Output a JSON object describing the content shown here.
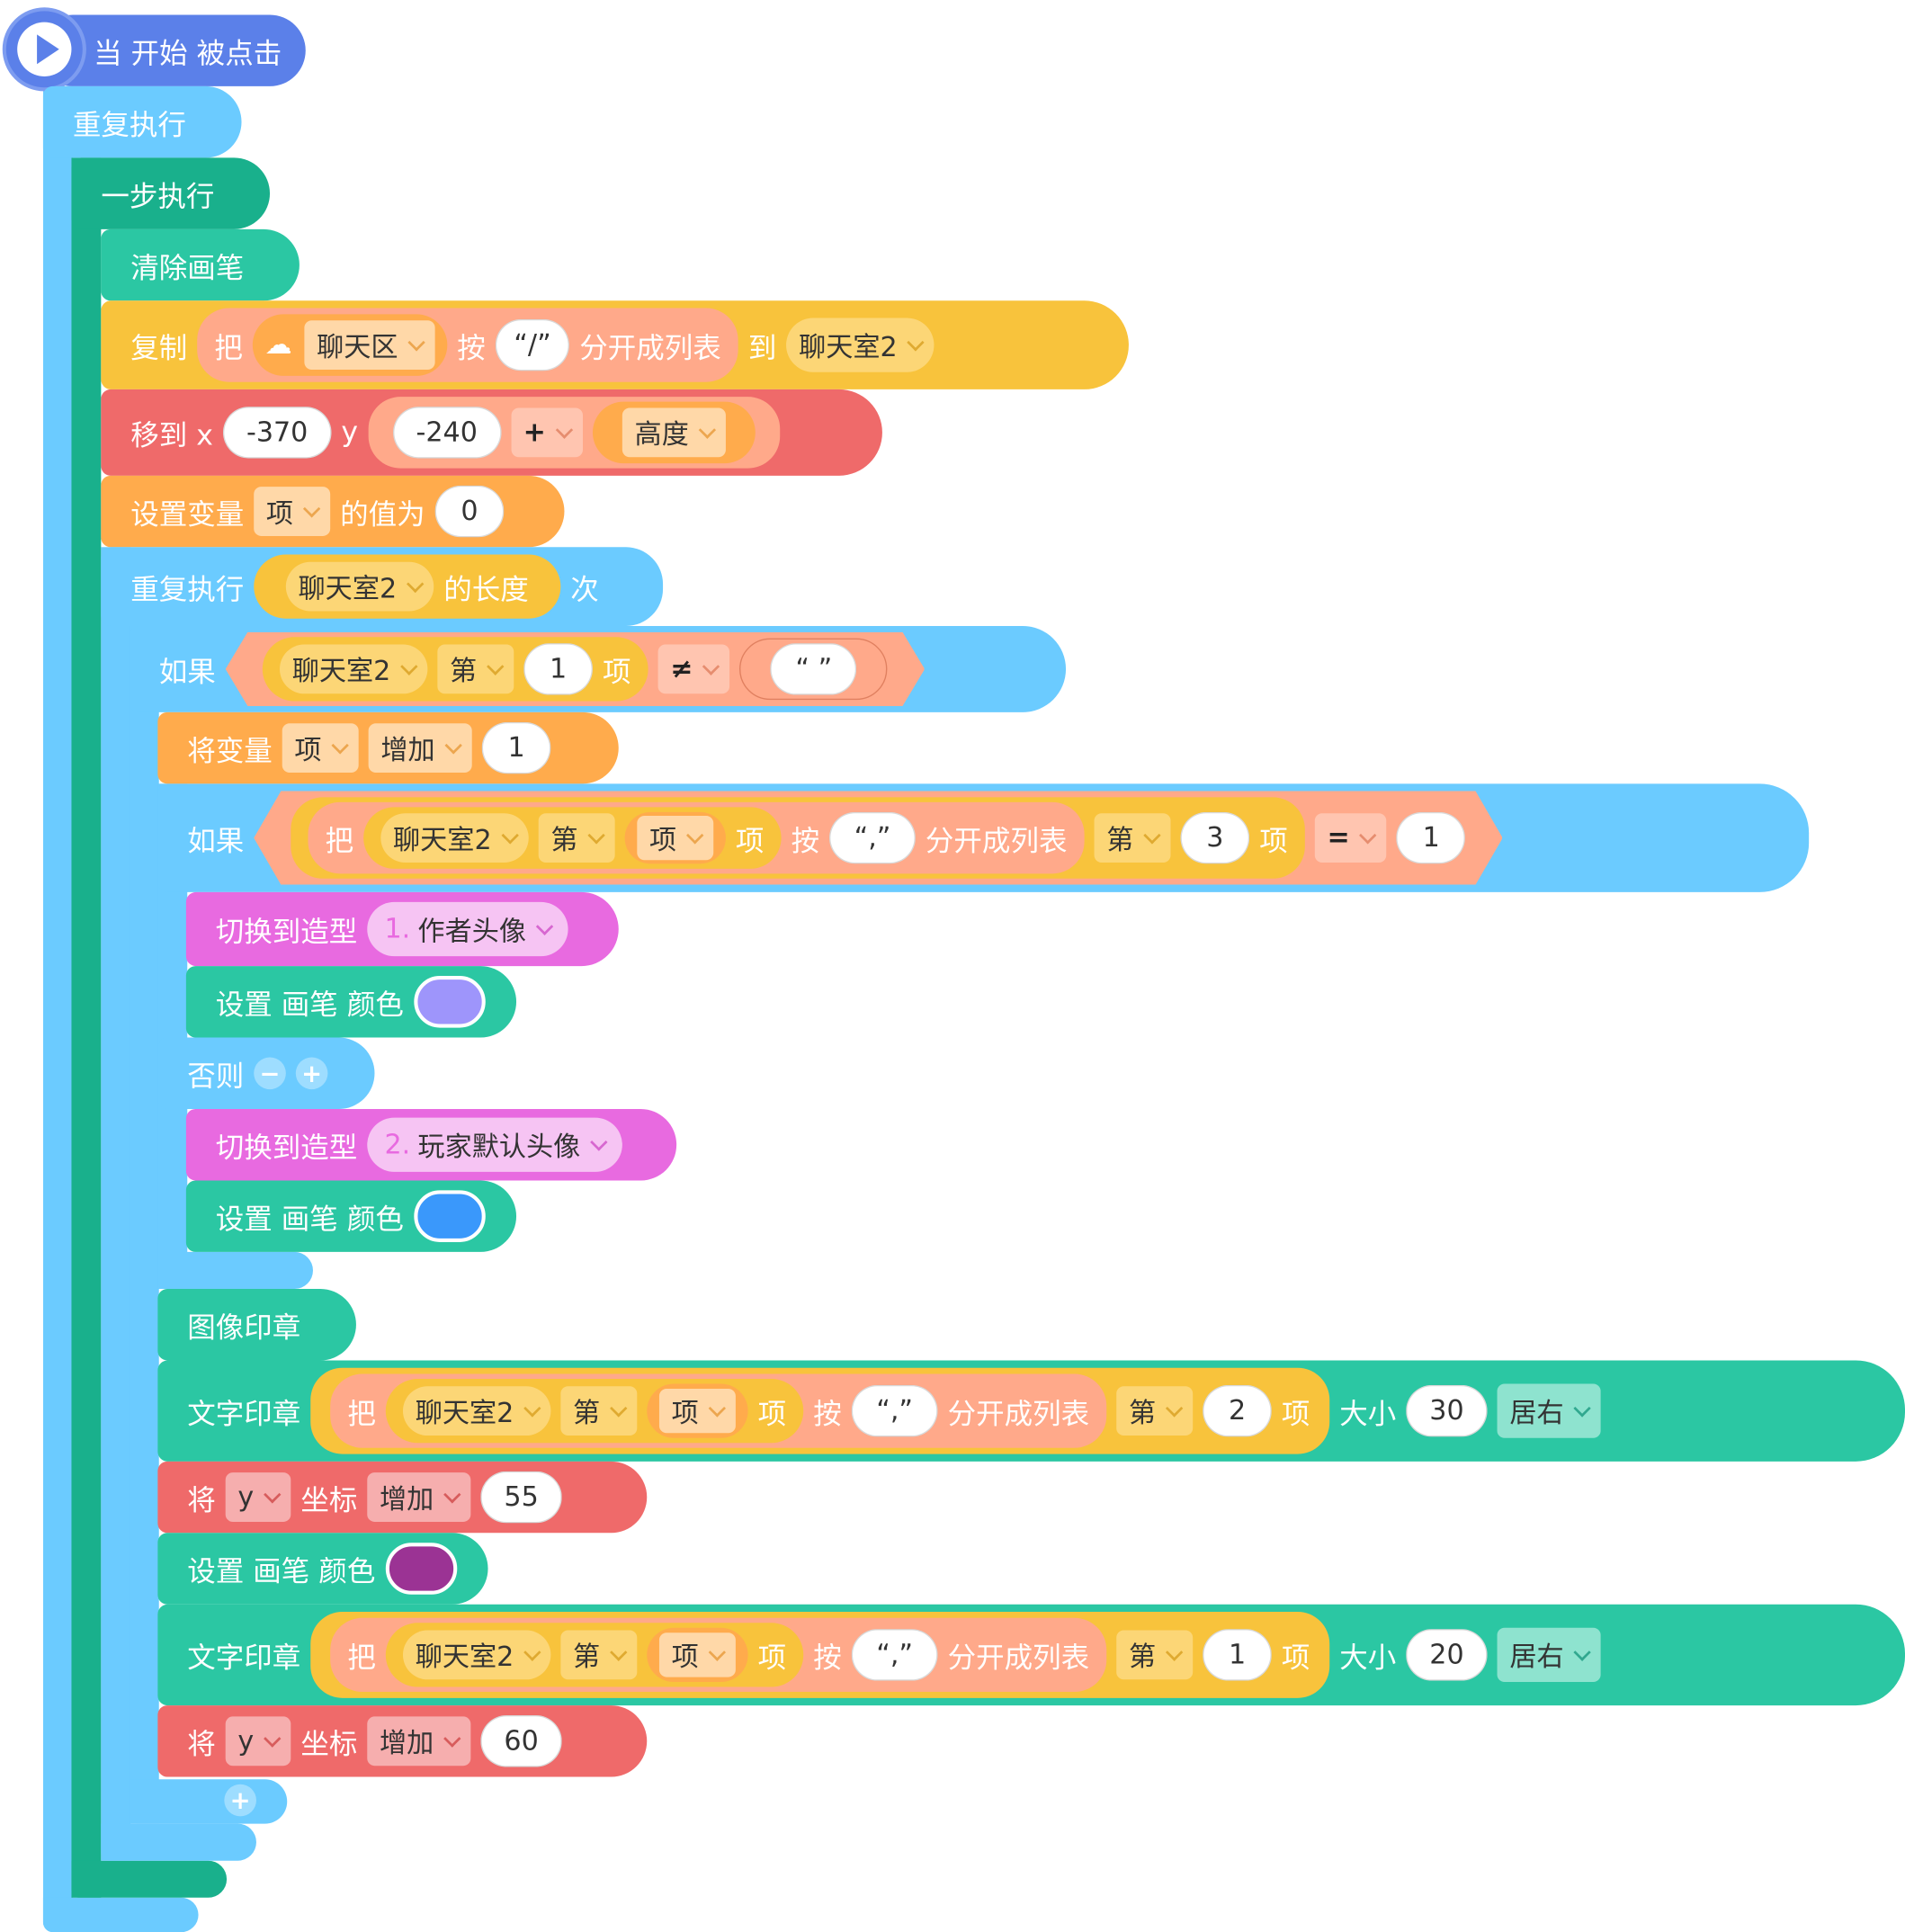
{
  "colors": {
    "event": "#5b80e9",
    "control": "#6bcbff",
    "control_dark": "#19b08c",
    "pen": "#2bc7a3",
    "data": "#f8c33c",
    "data_var": "#ffab4c",
    "motion": "#ef6a6a",
    "operator": "#ffa98a",
    "looks": "#e86ae0",
    "looks_field": "#f6c4f3",
    "pen_color_1": "#9e95fb",
    "pen_color_2": "#3a98fb",
    "pen_color_3": "#9b3394"
  },
  "hat": {
    "label": "当 开始 被点击",
    "icon": "play-icon"
  },
  "forever": {
    "label": "重复执行"
  },
  "step": {
    "label": "一步执行"
  },
  "clear": {
    "label": "清除画笔"
  },
  "copy": {
    "label": "复制",
    "ba": "把",
    "cloud_icon": "cloud-icon",
    "source": "聊天区",
    "an": "按",
    "sep": "“/”",
    "split": "分开成列表",
    "dao": "到",
    "target": "聊天室2"
  },
  "goto": {
    "label": "移到 x",
    "x": "-370",
    "ylabel": "y",
    "y": "-240",
    "op": "+",
    "height": "高度"
  },
  "setvar": {
    "label": "设置变量",
    "var": "项",
    "is": "的值为",
    "value": "0"
  },
  "repeat": {
    "label": "重复执行",
    "list": "聊天室2",
    "length": "的长度",
    "times": "次"
  },
  "if1": {
    "label": "如果",
    "list": "聊天室2",
    "di": "第",
    "index": "1",
    "xiang": "项",
    "op": "≠",
    "value": "“ ”"
  },
  "changevar": {
    "label": "将变量",
    "var": "项",
    "mode": "增加",
    "value": "1"
  },
  "if2": {
    "label": "如果",
    "ba": "把",
    "list": "聊天室2",
    "di": "第",
    "var": "项",
    "xiang": "项",
    "an": "按",
    "sep": "“,”",
    "split": "分开成列表",
    "di2": "第",
    "index": "3",
    "xiang2": "项",
    "op": "=",
    "value": "1"
  },
  "costume1": {
    "label": "切换到造型",
    "num": "1.",
    "name": "作者头像"
  },
  "pen1": {
    "label": "设置 画笔 颜色"
  },
  "else": {
    "label": "否则",
    "minus": "−",
    "plus": "+"
  },
  "costume2": {
    "label": "切换到造型",
    "num": "2.",
    "name": "玩家默认头像"
  },
  "pen2": {
    "label": "设置 画笔 颜色"
  },
  "stamp": {
    "label": "图像印章"
  },
  "text1": {
    "label": "文字印章",
    "ba": "把",
    "list": "聊天室2",
    "di": "第",
    "var": "项",
    "xiang": "项",
    "an": "按",
    "sep": "“,”",
    "split": "分开成列表",
    "di2": "第",
    "index": "2",
    "xiang2": "项",
    "size_label": "大小",
    "size": "30",
    "align": "居右"
  },
  "move1": {
    "label": "将",
    "axis": "y",
    "coord": "坐标",
    "mode": "增加",
    "value": "55"
  },
  "pen3": {
    "label": "设置 画笔 颜色"
  },
  "text2": {
    "label": "文字印章",
    "ba": "把",
    "list": "聊天室2",
    "di": "第",
    "var": "项",
    "xiang": "项",
    "an": "按",
    "sep": "“,”",
    "split": "分开成列表",
    "di2": "第",
    "index": "1",
    "xiang2": "项",
    "size_label": "大小",
    "size": "20",
    "align": "居右"
  },
  "move2": {
    "label": "将",
    "axis": "y",
    "coord": "坐标",
    "mode": "增加",
    "value": "60"
  },
  "add_button": {
    "label": "+"
  }
}
